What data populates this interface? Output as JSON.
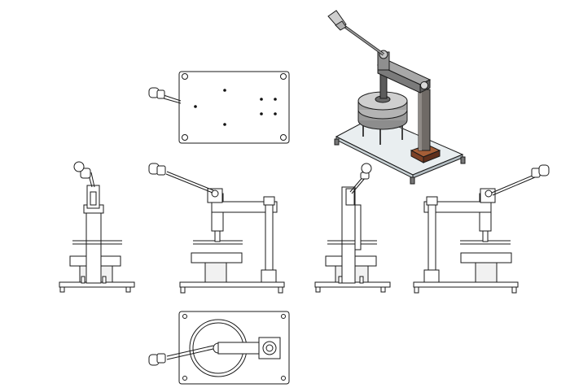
{
  "figure": {
    "views": [
      {
        "id": "top-view",
        "kind": "orthographic-top"
      },
      {
        "id": "isometric-view",
        "kind": "isometric-shaded"
      },
      {
        "id": "left-side-view",
        "kind": "orthographic-side"
      },
      {
        "id": "front-view",
        "kind": "orthographic-front"
      },
      {
        "id": "right-side-view",
        "kind": "orthographic-side"
      },
      {
        "id": "rear-view",
        "kind": "orthographic-rear"
      },
      {
        "id": "bottom-view",
        "kind": "orthographic-bottom"
      }
    ],
    "colors": {
      "line": "#1a1a1a",
      "background": "#ffffff",
      "metal_light": "#c9c9c9",
      "metal_mid": "#9c9c9c",
      "metal_dark": "#5f5f5f",
      "base_glass": "#e9eef0",
      "bearing_brown": "#8a4b2c"
    }
  }
}
